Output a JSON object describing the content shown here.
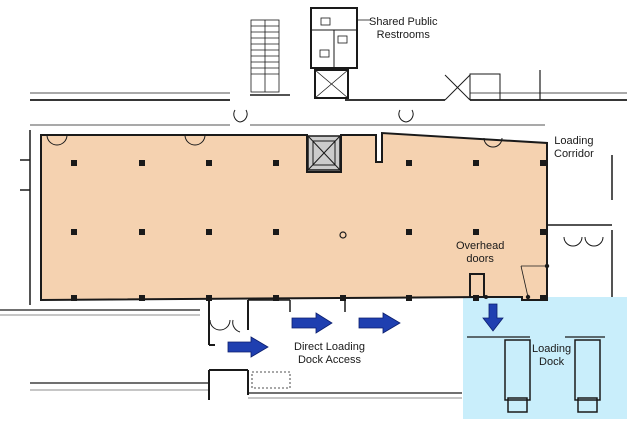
{
  "labels": {
    "restrooms": [
      "Shared Public",
      "Restrooms"
    ],
    "loading_corridor": [
      "Loading",
      "Corridor"
    ],
    "overhead_doors": [
      "Overhead",
      "doors"
    ],
    "direct_access": [
      "Direct Loading",
      "Dock Access"
    ],
    "loading_dock": [
      "Loading",
      "Dock"
    ]
  },
  "colors": {
    "hall_fill": "#f5d2b0",
    "dock_fill": "#c9eefb",
    "arrow": "#1f3fb0",
    "wall": "#1a1a1a"
  }
}
